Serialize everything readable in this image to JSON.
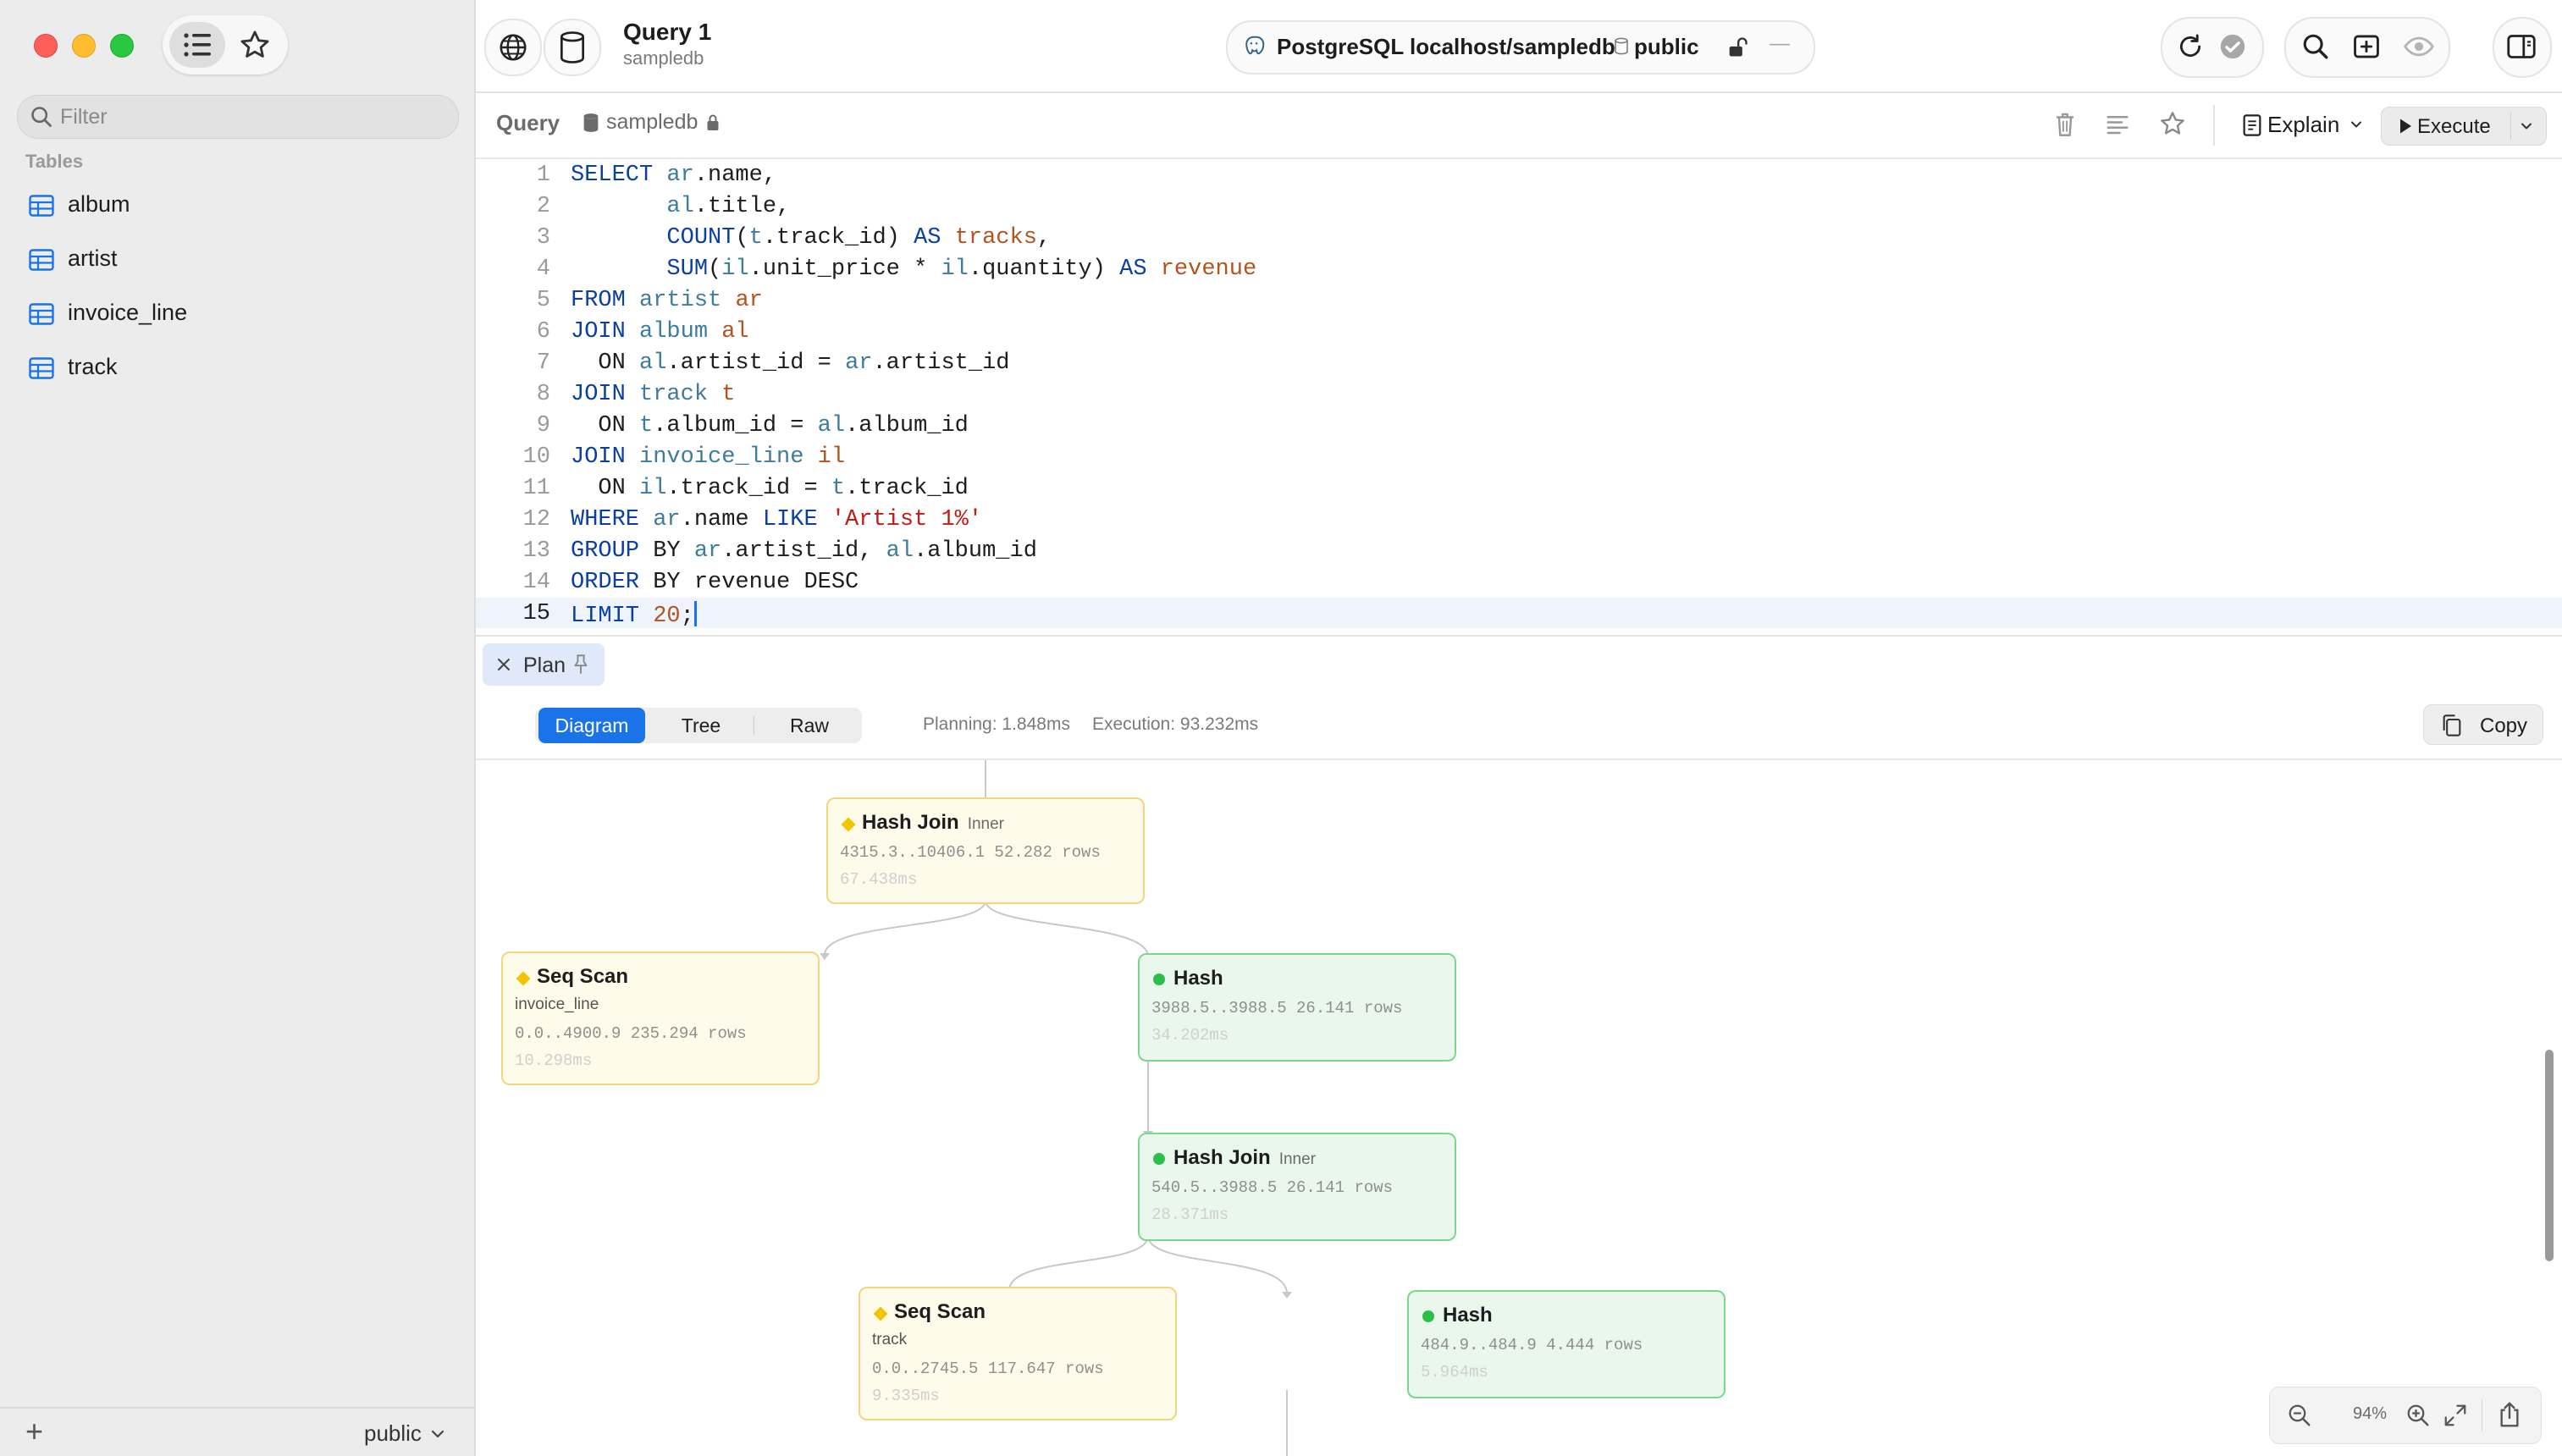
{
  "sidebar": {
    "filter_placeholder": "Filter",
    "section_label": "Tables",
    "tables": [
      {
        "label": "album"
      },
      {
        "label": "artist"
      },
      {
        "label": "invoice_line"
      },
      {
        "label": "track"
      }
    ],
    "add_label": "+",
    "schema_label": "public"
  },
  "toolbar": {
    "query_title": "Query 1",
    "query_subtitle": "sampledb",
    "connection_label": "PostgreSQL localhost/sampledb",
    "schema_label": "public",
    "separator": "—"
  },
  "query_header": {
    "title": "Query",
    "database": "sampledb",
    "explain_label": "Explain",
    "execute_label": "Execute"
  },
  "editor": {
    "active_line": 15,
    "lines": [
      {
        "n": "1"
      },
      {
        "n": "2"
      },
      {
        "n": "3"
      },
      {
        "n": "4"
      },
      {
        "n": "5"
      },
      {
        "n": "6"
      },
      {
        "n": "7"
      },
      {
        "n": "8"
      },
      {
        "n": "9"
      },
      {
        "n": "10"
      },
      {
        "n": "11"
      },
      {
        "n": "12"
      },
      {
        "n": "13"
      },
      {
        "n": "14"
      },
      {
        "n": "15"
      }
    ]
  },
  "plan": {
    "tab_label": "Plan",
    "views": [
      "Diagram",
      "Tree",
      "Raw"
    ],
    "selected_view": "Diagram",
    "planning": "Planning: 1.848ms",
    "execution": "Execution: 93.232ms",
    "copy_label": "Copy",
    "zoom": "94%",
    "nodes": [
      {
        "type": "Hash Join",
        "join": "Inner",
        "relation": "",
        "cost": "4315.3..10406.1 52.282 rows",
        "time": "67.438ms",
        "status": "warning"
      },
      {
        "type": "Seq Scan",
        "join": "",
        "relation": "invoice_line",
        "cost": "0.0..4900.9 235.294 rows",
        "time": "10.298ms",
        "status": "warning"
      },
      {
        "type": "Hash",
        "join": "",
        "relation": "",
        "cost": "3988.5..3988.5 26.141 rows",
        "time": "34.202ms",
        "status": "ok"
      },
      {
        "type": "Hash Join",
        "join": "Inner",
        "relation": "",
        "cost": "540.5..3988.5 26.141 rows",
        "time": "28.371ms",
        "status": "ok"
      },
      {
        "type": "Seq Scan",
        "join": "",
        "relation": "track",
        "cost": "0.0..2745.5 117.647 rows",
        "time": "9.335ms",
        "status": "warning"
      },
      {
        "type": "Hash",
        "join": "",
        "relation": "",
        "cost": "484.9..484.9 4.444 rows",
        "time": "5.964ms",
        "status": "ok"
      }
    ]
  },
  "colors": {
    "accent": "#1a73e8",
    "warning_node_bg": "#fefbea",
    "warning_node_border": "#f2d57e",
    "ok_node_bg": "#e9f7ec",
    "ok_node_border": "#7cd68d",
    "keyword": "#0b3fa3",
    "alias": "#b3541e",
    "string": "#c41a16"
  }
}
